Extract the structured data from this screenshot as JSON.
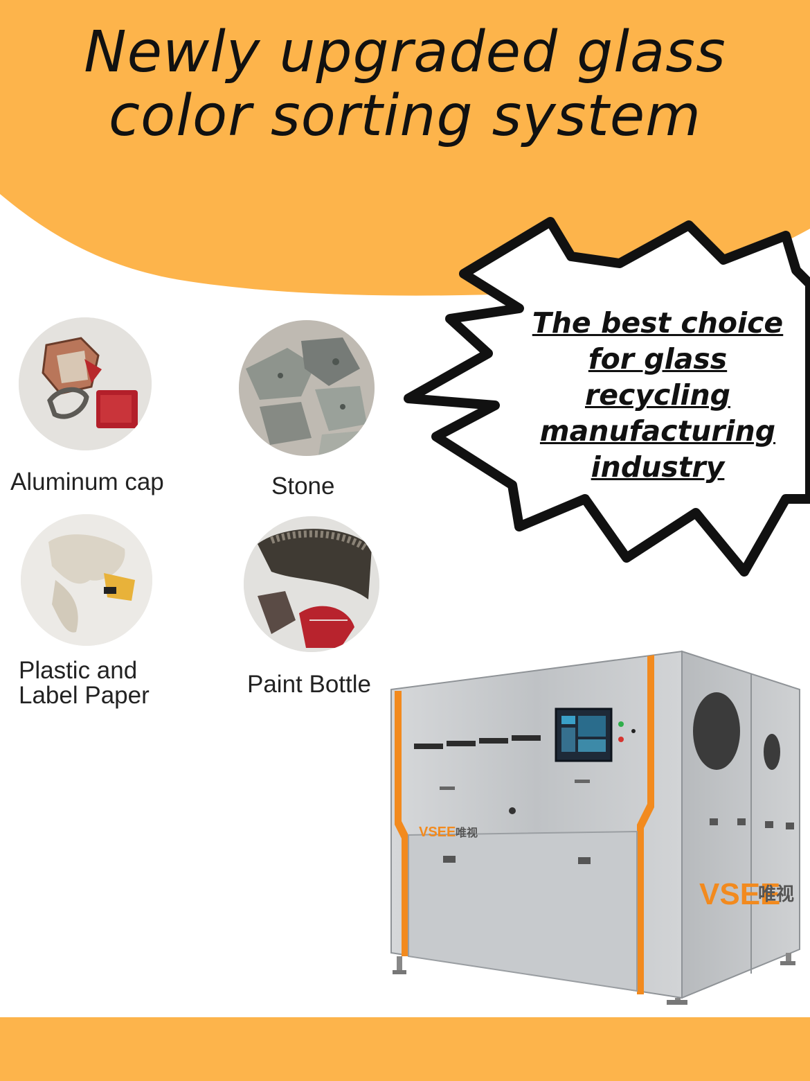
{
  "headline": "Newly upgraded glass color sorting system",
  "tagline": [
    "The best choice",
    "for glass",
    "recycling",
    "manufacturing",
    "industry"
  ],
  "items": [
    {
      "label": "Aluminum cap",
      "icon": "aluminum-cap-photo"
    },
    {
      "label": "Stone",
      "icon": "stone-photo"
    },
    {
      "label": "Plastic and\nLabel Paper",
      "icon": "plastic-label-photo"
    },
    {
      "label": "Paint Bottle",
      "icon": "paint-bottle-photo"
    }
  ],
  "machine": {
    "brand": "VSEE",
    "brand_cn": "唯视"
  },
  "colors": {
    "accent": "#FDB44B",
    "text": "#111111",
    "steel": "#c9cbcd",
    "orange_trim": "#F28A1E"
  }
}
